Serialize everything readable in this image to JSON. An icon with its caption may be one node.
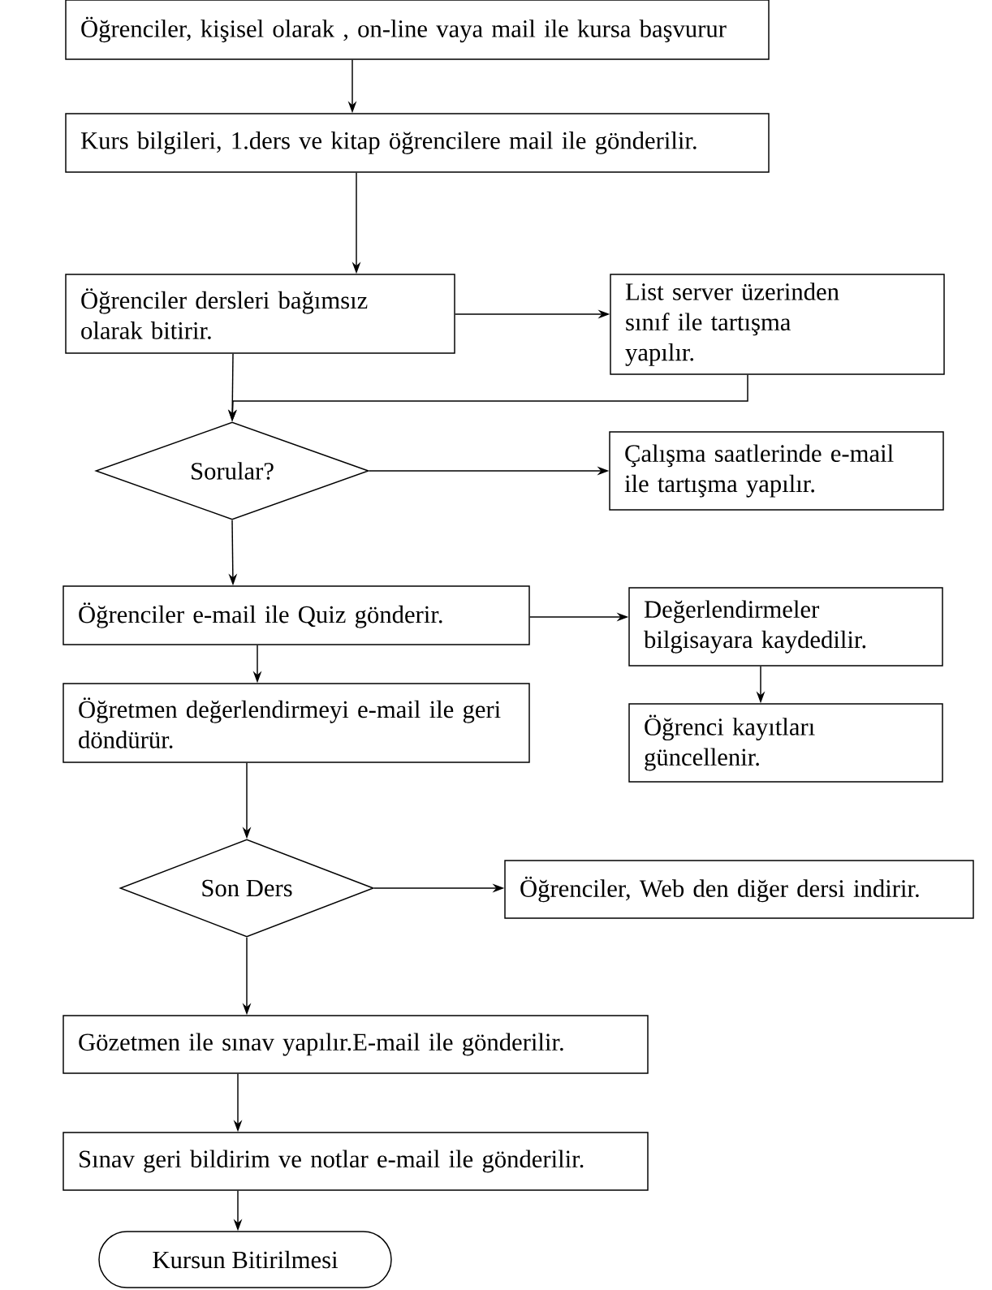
{
  "diagram": {
    "nodes": [
      {
        "text": [
          "Öğrenciler, kişisel olarak , on-line vaya mail ile kursa başvurur"
        ]
      },
      {
        "text": [
          "Kurs bilgileri, 1.ders ve kitap öğrencilere mail ile gönderilir."
        ]
      },
      {
        "text": [
          "Öğrenciler dersleri bağımsız olarak bitirir."
        ]
      },
      {
        "text": [
          "List server üzerinden sınıf ile tartışma yapılır."
        ]
      },
      {
        "text": [
          "Sorular?"
        ]
      },
      {
        "text": [
          "Çalışma saatlerinde e-mail ile tartışma yapılır."
        ]
      },
      {
        "text": [
          "Öğrenciler e-mail ile Quiz gönderir."
        ]
      },
      {
        "text": [
          "Değerlendirmeler bilgisayara kaydedilir."
        ]
      },
      {
        "text": [
          "Öğretmen değerlendirmeyi e-mail ile geri döndürür."
        ]
      },
      {
        "text": [
          "Öğrenci kayıtları güncellenir."
        ]
      },
      {
        "text": [
          "Son Ders"
        ]
      },
      {
        "text": [
          "Öğrenciler, Web den diğer dersi indirir."
        ]
      },
      {
        "text": [
          "Gözetmen ile sınav yapılır.E-mail ile gönderilir."
        ]
      },
      {
        "text": [
          "Sınav geri bildirim ve notlar e-mail ile gönderilir."
        ]
      },
      {
        "text": [
          "Kursun Bitirilmesi"
        ]
      }
    ],
    "edges": [
      {
        "from": 0,
        "to": 1,
        "arrow": "to"
      },
      {
        "from": 1,
        "to": 2,
        "arrow": "to"
      },
      {
        "from": 2,
        "to": 3,
        "arrow": "to"
      },
      {
        "from": 2,
        "to": 4,
        "arrow": "to"
      },
      {
        "from": 3,
        "to": 4,
        "arrow": "to"
      },
      {
        "from": 4,
        "to": 5,
        "arrow": "to"
      },
      {
        "from": 4,
        "to": 6,
        "arrow": "to"
      },
      {
        "from": 6,
        "to": 7,
        "arrow": "to"
      },
      {
        "from": 6,
        "to": 8,
        "arrow": "to"
      },
      {
        "from": 7,
        "to": 9,
        "arrow": "to"
      },
      {
        "from": 8,
        "to": 10,
        "arrow": "to"
      },
      {
        "from": 10,
        "to": 11,
        "arrow": "to"
      },
      {
        "from": 10,
        "to": 12,
        "arrow": "to"
      },
      {
        "from": 12,
        "to": 13,
        "arrow": "to"
      },
      {
        "from": 13,
        "to": 14,
        "arrow": "to"
      }
    ]
  }
}
